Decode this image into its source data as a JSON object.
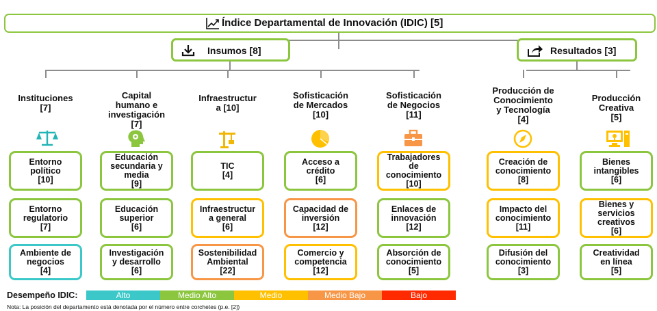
{
  "title": {
    "text": "Índice Departamental de Innovación (IDIC) [5]"
  },
  "insumos": {
    "label": "Insumos [8]"
  },
  "resultados": {
    "label": "Resultados [3]"
  },
  "pillars": [
    {
      "name_lines": [
        "Instituciones",
        "[7]"
      ],
      "icon": "scales-icon",
      "items": [
        {
          "lines": [
            "Entorno",
            "político",
            "[10]"
          ],
          "color": "#8cc63f"
        },
        {
          "lines": [
            "Entorno",
            "regulatorio",
            "[7]"
          ],
          "color": "#8cc63f"
        },
        {
          "lines": [
            "Ambiente de",
            "negocios",
            "[4]"
          ],
          "color": "#3cc8c8"
        }
      ]
    },
    {
      "name_lines": [
        "Capital",
        "humano e",
        "investigación",
        "[7]"
      ],
      "icon": "head-gears-icon",
      "items": [
        {
          "lines": [
            "Educación",
            "secundaria y",
            "media",
            "[9]"
          ],
          "color": "#8cc63f"
        },
        {
          "lines": [
            "Educación",
            "superior",
            "[6]"
          ],
          "color": "#8cc63f"
        },
        {
          "lines": [
            "Investigación",
            "y desarrollo",
            "[6]"
          ],
          "color": "#8cc63f"
        }
      ]
    },
    {
      "name_lines": [
        "Infraestructur",
        "a [10]"
      ],
      "icon": "crane-icon",
      "items": [
        {
          "lines": [
            "TIC",
            "[4]"
          ],
          "color": "#8cc63f"
        },
        {
          "lines": [
            "Infraestructur",
            "a general",
            "[6]"
          ],
          "color": "#ffc000"
        },
        {
          "lines": [
            "Sostenibilidad",
            "Ambiental",
            "[22]"
          ],
          "color": "#f79646"
        }
      ]
    },
    {
      "name_lines": [
        "Sofisticación",
        "de Mercados",
        "[10]"
      ],
      "icon": "pie-icon",
      "items": [
        {
          "lines": [
            "Acceso a",
            "crédito",
            "[6]"
          ],
          "color": "#8cc63f"
        },
        {
          "lines": [
            "Capacidad de",
            "inversión",
            "[12]"
          ],
          "color": "#f79646"
        },
        {
          "lines": [
            "Comercio y",
            "competencia",
            "[12]"
          ],
          "color": "#ffc000"
        }
      ]
    },
    {
      "name_lines": [
        "Sofisticación",
        "de Negocios",
        "[11]"
      ],
      "icon": "briefcase-icon",
      "items": [
        {
          "lines": [
            "Trabajadores",
            "de",
            "conocimiento",
            "[10]"
          ],
          "color": "#ffc000"
        },
        {
          "lines": [
            "Enlaces de",
            "innovación",
            "[12]"
          ],
          "color": "#8cc63f"
        },
        {
          "lines": [
            "Absorción de",
            "conocimiento",
            "[5]"
          ],
          "color": "#8cc63f"
        }
      ]
    },
    {
      "name_lines": [
        "Producción de",
        "Conocimiento",
        "y Tecnología",
        "[4]"
      ],
      "icon": "compass-icon",
      "items": [
        {
          "lines": [
            "Creación de",
            "conocimiento",
            "[8]"
          ],
          "color": "#ffc000"
        },
        {
          "lines": [
            "Impacto del",
            "conocimiento",
            "[11]"
          ],
          "color": "#ffc000"
        },
        {
          "lines": [
            "Difusión del",
            "conocimiento",
            "[3]"
          ],
          "color": "#8cc63f"
        }
      ]
    },
    {
      "name_lines": [
        "Producción",
        "Creativa",
        "[5]"
      ],
      "icon": "computer-icon",
      "items": [
        {
          "lines": [
            "Bienes",
            "intangibles",
            "[6]"
          ],
          "color": "#8cc63f"
        },
        {
          "lines": [
            "Bienes y",
            "servicios",
            "creativos",
            "[6]"
          ],
          "color": "#ffc000"
        },
        {
          "lines": [
            "Creatividad",
            "en línea",
            "[5]"
          ],
          "color": "#8cc63f"
        }
      ]
    }
  ],
  "legend": {
    "label": "Desempeño IDIC:",
    "levels": [
      {
        "label": "Alto",
        "color": "#3cc8c8"
      },
      {
        "label": "Medio Alto",
        "color": "#8cc63f"
      },
      {
        "label": "Medio",
        "color": "#ffc000"
      },
      {
        "label": "Medio Bajo",
        "color": "#f79646"
      },
      {
        "label": "Bajo",
        "color": "#ff2a00"
      }
    ]
  },
  "note": "Nota: La posición del departamento está denotada por el número entre corchetes (p.e. [2])"
}
